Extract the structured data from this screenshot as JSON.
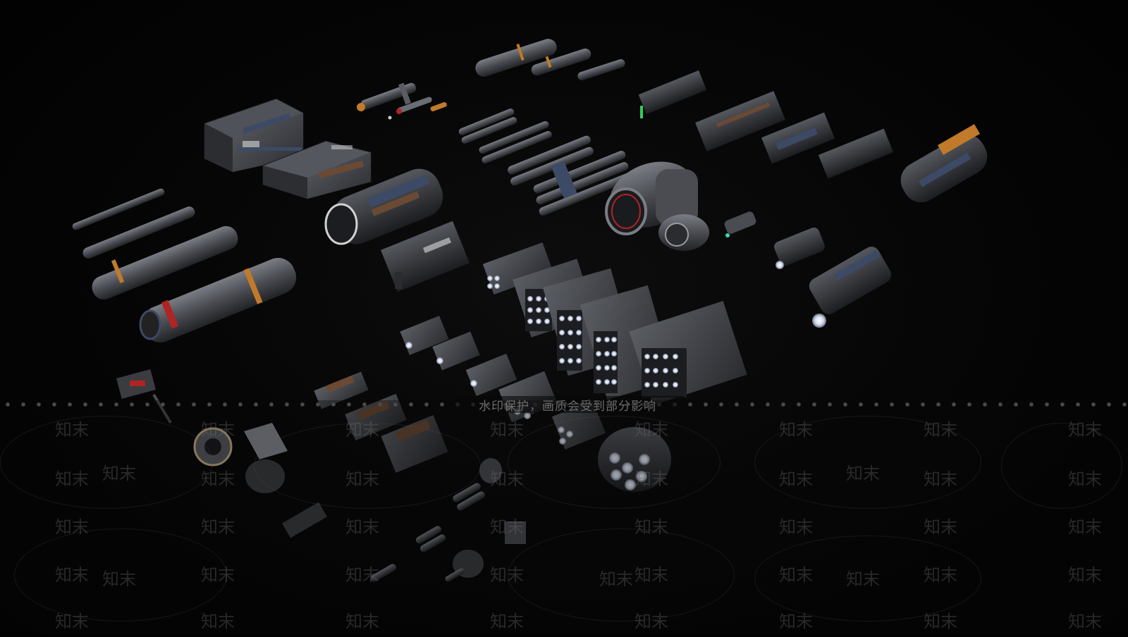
{
  "watermark": {
    "notice": "水印保护，画质会受到部分影响",
    "tile_text": "知末"
  },
  "colors": {
    "background": "#020202",
    "metal_dark": "#2a2c30",
    "metal_mid": "#4a4c52",
    "metal_light": "#6a6d74",
    "panel_blue": "#3c4a66",
    "stripe_orange": "#c07a2a",
    "panel_brown": "#6a4a34",
    "glow_white": "#e8f0ff",
    "accent_red": "#b02424",
    "accent_green": "#2ed05a",
    "accent_cyan": "#3fd6b8"
  },
  "assets": [
    {
      "name": "ammo-crate-large"
    },
    {
      "name": "ammo-crate-medium"
    },
    {
      "name": "rocket-shells"
    },
    {
      "name": "barrel-segments"
    },
    {
      "name": "cannon-barrels"
    },
    {
      "name": "gatling-barrels"
    },
    {
      "name": "pod-launcher"
    },
    {
      "name": "hex-rocket-pods"
    },
    {
      "name": "gun-turrets"
    },
    {
      "name": "plasma-turret"
    },
    {
      "name": "rail-guns"
    },
    {
      "name": "small-ammo-boxes"
    },
    {
      "name": "mini-rockets"
    },
    {
      "name": "sensor-and-radar"
    }
  ]
}
